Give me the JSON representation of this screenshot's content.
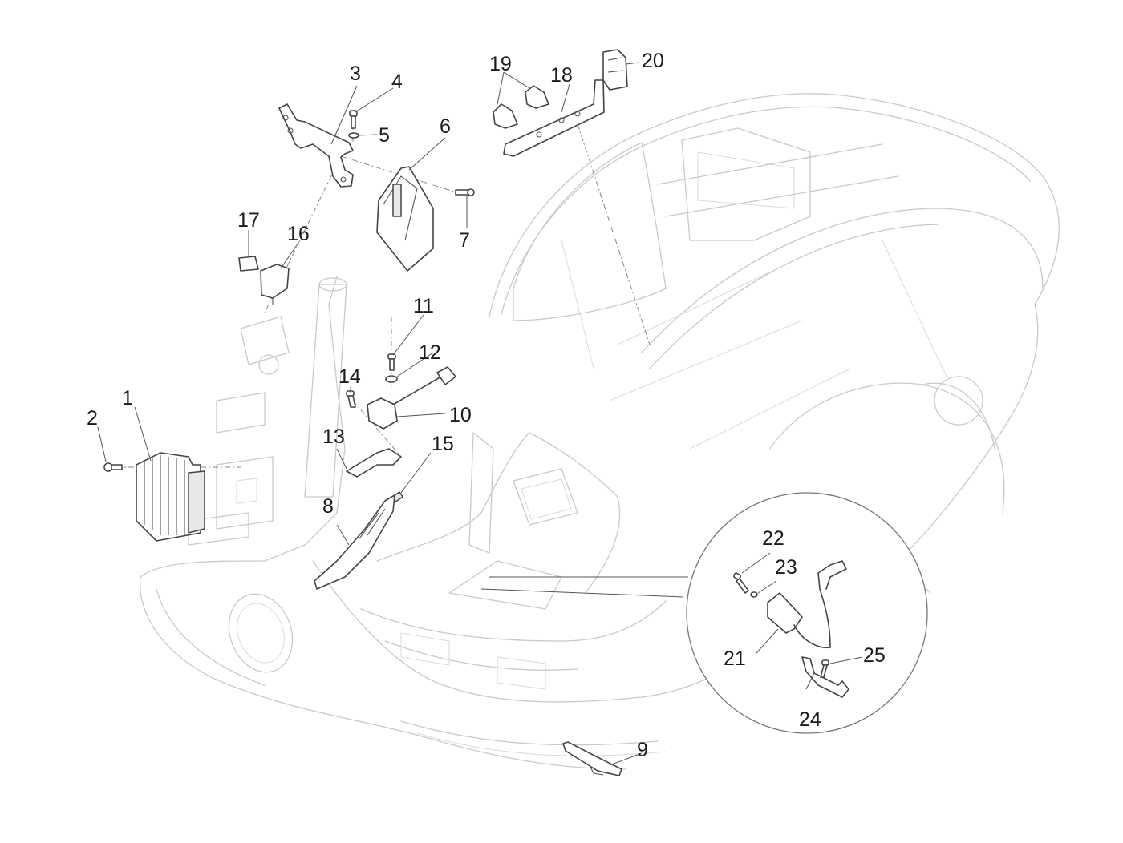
{
  "diagram": {
    "type": "exploded-parts-diagram",
    "subject": "scooter frame electrical components",
    "callouts": [
      {
        "id": "1",
        "label": "1"
      },
      {
        "id": "2",
        "label": "2"
      },
      {
        "id": "3",
        "label": "3"
      },
      {
        "id": "4",
        "label": "4"
      },
      {
        "id": "5",
        "label": "5"
      },
      {
        "id": "6",
        "label": "6"
      },
      {
        "id": "7",
        "label": "7"
      },
      {
        "id": "8",
        "label": "8"
      },
      {
        "id": "9",
        "label": "9"
      },
      {
        "id": "10",
        "label": "10"
      },
      {
        "id": "11",
        "label": "11"
      },
      {
        "id": "12",
        "label": "12"
      },
      {
        "id": "13",
        "label": "13"
      },
      {
        "id": "14",
        "label": "14"
      },
      {
        "id": "15",
        "label": "15"
      },
      {
        "id": "16",
        "label": "16"
      },
      {
        "id": "17",
        "label": "17"
      },
      {
        "id": "18",
        "label": "18"
      },
      {
        "id": "19",
        "label": "19"
      },
      {
        "id": "20",
        "label": "20"
      },
      {
        "id": "21",
        "label": "21"
      },
      {
        "id": "22",
        "label": "22"
      },
      {
        "id": "23",
        "label": "23"
      },
      {
        "id": "24",
        "label": "24"
      },
      {
        "id": "25",
        "label": "25"
      }
    ],
    "inset": {
      "description": "detail view of ignition coil assembly",
      "callouts": [
        "21",
        "22",
        "23",
        "24",
        "25"
      ]
    }
  }
}
